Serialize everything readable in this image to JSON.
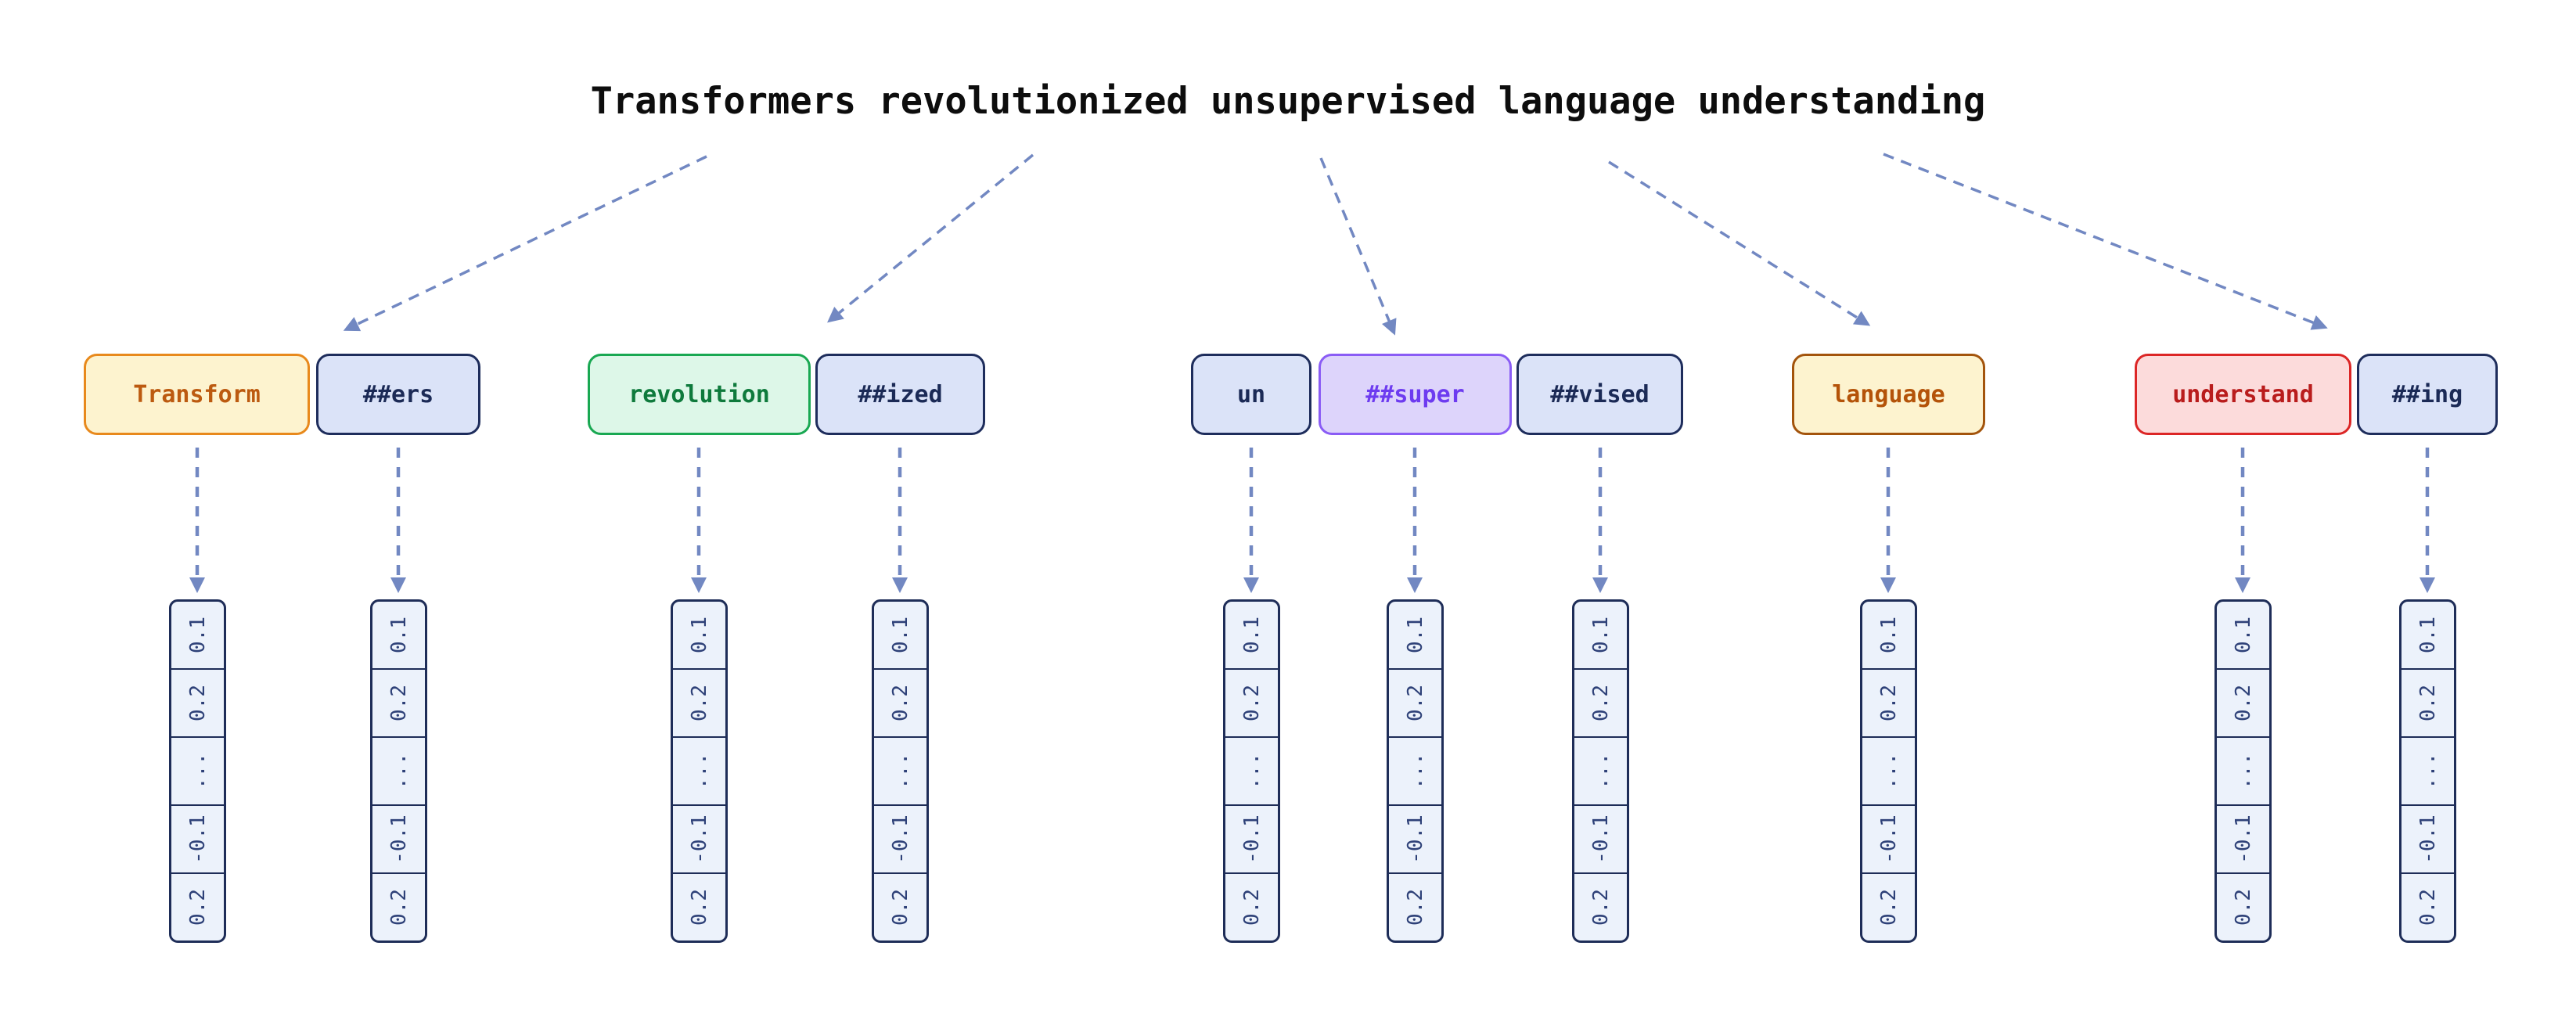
{
  "sentence": {
    "text": "Transformers revolutionized unsupervised language understanding"
  },
  "tokens": [
    {
      "label": "Transform",
      "style": "yellow"
    },
    {
      "label": "##ers",
      "style": "blue"
    },
    {
      "label": "revolution",
      "style": "green"
    },
    {
      "label": "##ized",
      "style": "blue"
    },
    {
      "label": "un",
      "style": "blue"
    },
    {
      "label": "##super",
      "style": "purple"
    },
    {
      "label": "##vised",
      "style": "blue"
    },
    {
      "label": "language",
      "style": "orange"
    },
    {
      "label": "understand",
      "style": "red"
    },
    {
      "label": "##ing",
      "style": "blue"
    }
  ],
  "embedding": {
    "values": [
      "0.1",
      "0.2",
      "...",
      "-0.1",
      "0.2"
    ]
  },
  "colors": {
    "background": "#ffffff",
    "title_text": "#0d0d0d",
    "arrow": "#7288c2",
    "token_styles": {
      "yellow": {
        "fill": "#fdf3cf",
        "border": "#e8891c",
        "text": "#bc5a10"
      },
      "blue": {
        "fill": "#dbe3f8",
        "border": "#1e2d5c",
        "text": "#1b2a56"
      },
      "green": {
        "fill": "#ddf7e8",
        "border": "#19a852",
        "text": "#0e7a3c"
      },
      "purple": {
        "fill": "#ddd4fb",
        "border": "#8a5cf5",
        "text": "#6d3bf0"
      },
      "orange": {
        "fill": "#fdf3cf",
        "border": "#a3540c",
        "text": "#b45309"
      },
      "red": {
        "fill": "#fcdbdb",
        "border": "#dc2626",
        "text": "#b91c1c"
      }
    },
    "vector": {
      "fill": "#ecf2fb",
      "border": "#1e2d58",
      "text": "#2e4178"
    }
  }
}
